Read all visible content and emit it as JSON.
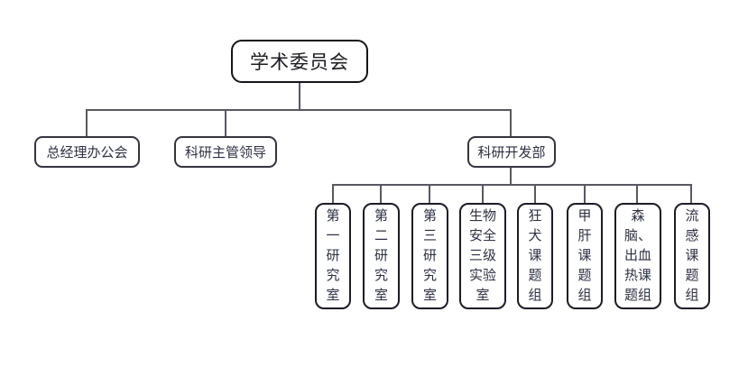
{
  "diagram": {
    "type": "org-chart",
    "background": "#ffffff",
    "colors": {
      "node_border": "#1c1c26",
      "root_border": "#14141c",
      "connector_line": "#585862",
      "text": "#2d3142"
    }
  },
  "org": {
    "root": {
      "label": "学术委员会",
      "children": [
        {
          "label": "总经理办公会",
          "children": []
        },
        {
          "label": "科研主管领导",
          "children": []
        },
        {
          "label": "科研开发部",
          "children": [
            {
              "label": "第一研究室",
              "text": "第\n一\n研\n究\n室"
            },
            {
              "label": "第二研究室",
              "text": "第\n二\n研\n究\n室"
            },
            {
              "label": "第三研究室",
              "text": "第\n三\n研\n究\n室"
            },
            {
              "label": "生物安全三级实验室",
              "text": "生物\n安全\n三级\n实验\n室"
            },
            {
              "label": "狂犬课题组",
              "text": "狂\n犬\n课\n题\n组"
            },
            {
              "label": "甲肝课题组",
              "text": "甲\n肝\n课\n题\n组"
            },
            {
              "label": "森脑、出血热课题组",
              "text": "森\n脑、\n出血\n热课\n题组"
            },
            {
              "label": "流感课题组",
              "text": "流\n感\n课\n题\n组"
            }
          ]
        }
      ]
    }
  }
}
